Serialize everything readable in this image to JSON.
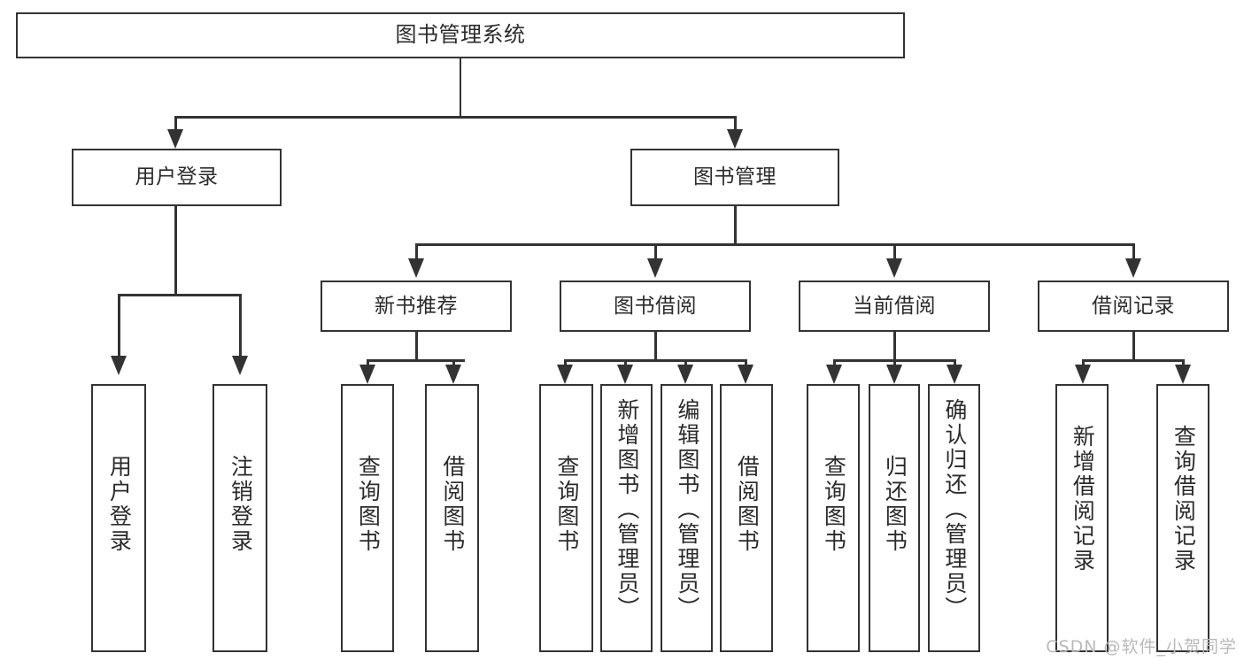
{
  "diagram": {
    "type": "tree-hierarchy-chart",
    "title": "图书管理系统",
    "watermark": "CSDN @软件_小贺同学",
    "colors": {
      "stroke": "#333333",
      "background": "#ffffff",
      "text": "#2b2b2b",
      "watermark": "#b9b9b9"
    },
    "nodes": {
      "root": {
        "label": "图书管理系统"
      },
      "level2": [
        {
          "label": "用户登录"
        },
        {
          "label": "图书管理"
        }
      ],
      "level3": [
        {
          "label": "新书推荐"
        },
        {
          "label": "图书借阅"
        },
        {
          "label": "当前借阅"
        },
        {
          "label": "借阅记录"
        }
      ],
      "leaves": {
        "user_login": [
          {
            "label": "用户登录"
          },
          {
            "label": "注销登录"
          }
        ],
        "new_book": [
          {
            "label": "查询图书"
          },
          {
            "label": "借阅图书"
          }
        ],
        "borrow_book": [
          {
            "label": "查询图书"
          },
          {
            "label": "新增图书（管理员）"
          },
          {
            "label": "编辑图书（管理员）"
          },
          {
            "label": "借阅图书"
          }
        ],
        "current_borrow": [
          {
            "label": "查询图书"
          },
          {
            "label": "归还图书"
          },
          {
            "label": "确认归还（管理员）"
          }
        ],
        "borrow_record": [
          {
            "label": "新增借阅记录"
          },
          {
            "label": "查询借阅记录"
          }
        ]
      }
    }
  }
}
